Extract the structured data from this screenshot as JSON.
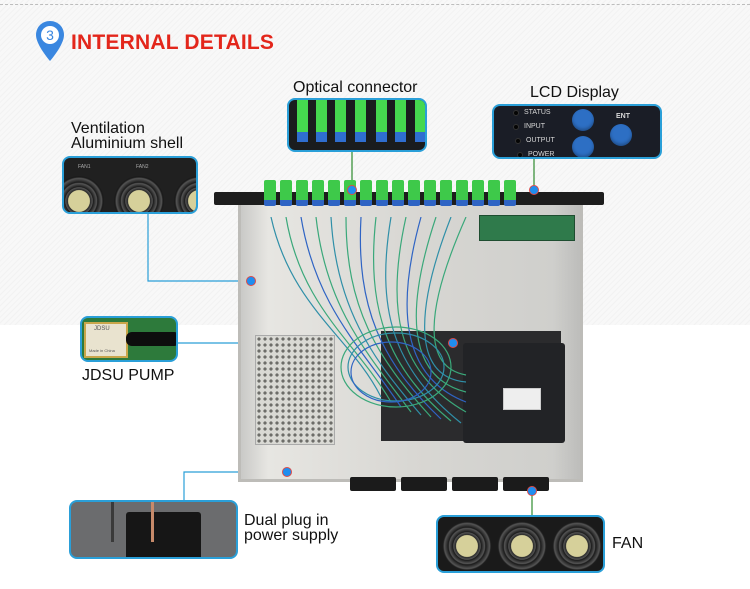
{
  "header": {
    "step_number": "3",
    "title": "INTERNAL DETAILS",
    "title_color": "#e3261b",
    "pin_color": "#3a87e0"
  },
  "callouts": {
    "optical_connector": {
      "label": "Optical connector"
    },
    "lcd_display": {
      "label": "LCD Display",
      "indicators": [
        "STATUS",
        "INPUT",
        "OUTPUT",
        "POWER"
      ],
      "button_label": "ENT"
    },
    "ventilation": {
      "label_line1": "Ventilation",
      "label_line2": "Aluminium shell",
      "fan_labels": [
        "FAN1",
        "FAN2"
      ]
    },
    "jdsu_pump": {
      "label": "JDSU PUMP",
      "chip_text": [
        "JDSU",
        "Made in China"
      ]
    },
    "dual_plug": {
      "label_line1": "Dual plug in",
      "label_line2": "power supply"
    },
    "fan": {
      "label": "FAN"
    }
  },
  "colors": {
    "inset_border": "#2a9fd8",
    "connector_line_blue": "#2a9fd8",
    "connector_line_green": "#2e8b2e",
    "callout_dot": "#1f8ef0"
  }
}
